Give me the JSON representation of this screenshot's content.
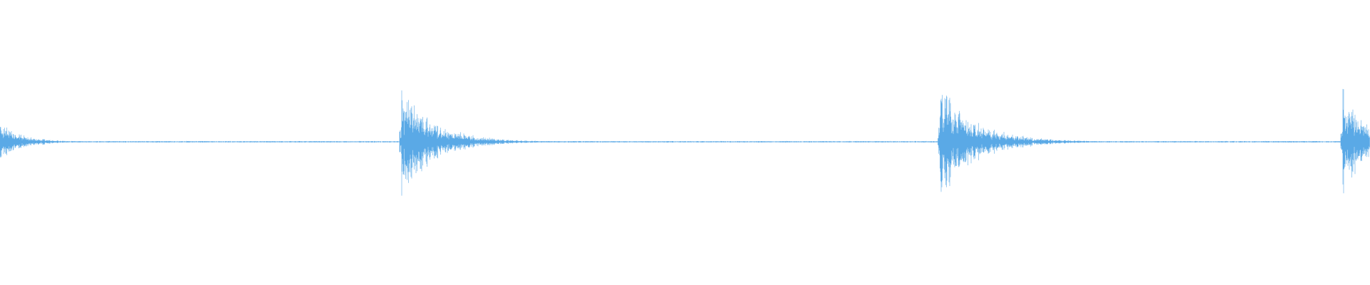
{
  "waveform": {
    "color": "#5aa9e6",
    "background": "#ffffff",
    "duration_fraction_visible": 1.0,
    "transients": [
      {
        "position": 0.0,
        "peak": 0.35,
        "decay": 0.045
      },
      {
        "position": 0.293,
        "peak": 0.95,
        "decay": 0.07
      },
      {
        "position": 0.686,
        "peak": 0.98,
        "decay": 0.075
      },
      {
        "position": 0.98,
        "peak": 0.93,
        "decay": 0.05
      }
    ],
    "noise_floor": 0.012
  }
}
